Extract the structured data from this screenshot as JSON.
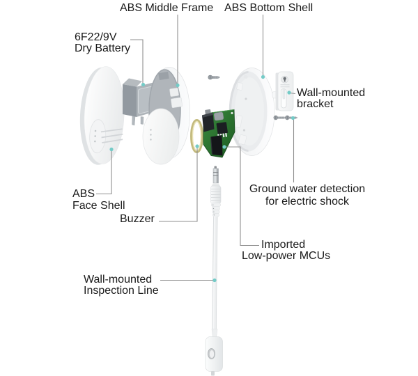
{
  "labels": {
    "battery": {
      "line1": "6F22/9V",
      "line2": "Dry Battery"
    },
    "middle_frame": "ABS Middle Frame",
    "bottom_shell": "ABS Bottom Shell",
    "bracket": {
      "line1": "Wall-mounted",
      "line2": "bracket"
    },
    "ground_detection": {
      "line1": "Ground water detection",
      "line2": "for electric shock"
    },
    "mcu": {
      "line1": "Imported",
      "line2": "Low-power MCUs"
    },
    "face_shell": {
      "line1": "ABS",
      "line2": "Face Shell"
    },
    "buzzer": "Buzzer",
    "inspection_line": {
      "line1": "Wall-mounted",
      "line2": "Inspection Line"
    }
  },
  "colors": {
    "background": "#ffffff",
    "text": "#1a1a1a",
    "leader_line": "#8f8f8f",
    "marker_dot": "#74cbc7",
    "pcb_green": "#2e7d32",
    "buzzer_ring": "#c3ba7e",
    "shell_white": "#f5f6f7",
    "metal_gray": "#a8adb2"
  }
}
